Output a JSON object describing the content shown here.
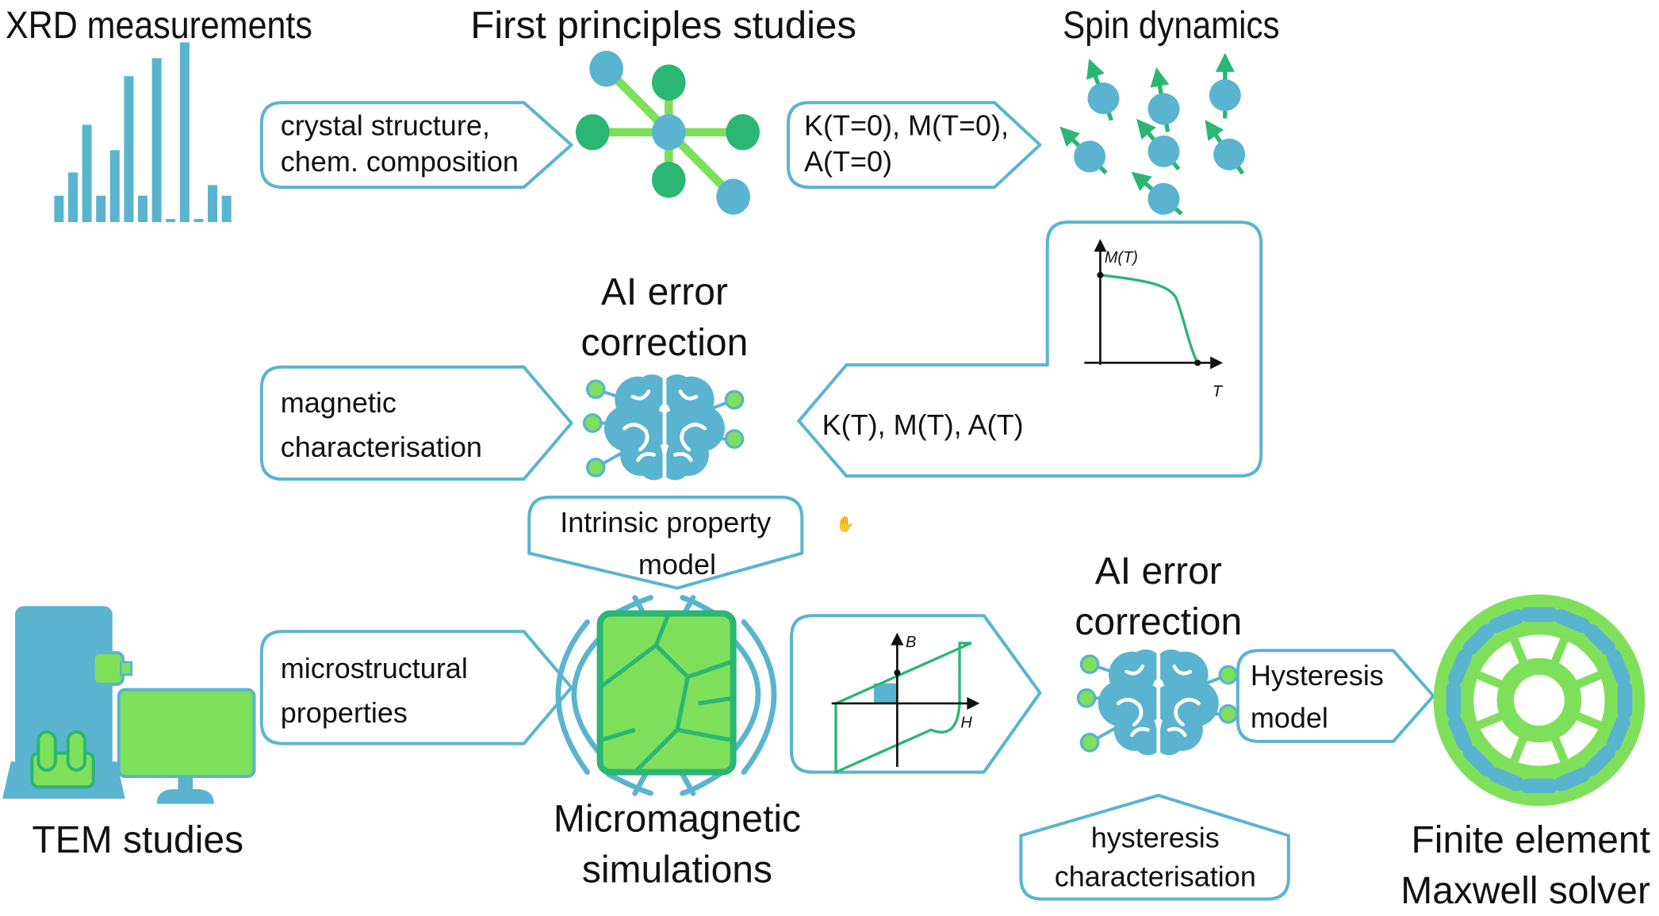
{
  "colors": {
    "blue": "#5ab4cf",
    "light_green": "#7ee05a",
    "dark_green": "#2ab673",
    "text": "#111111"
  },
  "nodes": {
    "xrd": {
      "title": "XRD measurements",
      "icon": "bar-chart-icon"
    },
    "first_principles": {
      "title": "First principles studies",
      "icon": "molecule-icon"
    },
    "spin_dynamics": {
      "title": "Spin dynamics",
      "icon": "spins-icon"
    },
    "ai_correction_1": {
      "title_lines": [
        "AI error",
        "correction"
      ],
      "icon": "brain-icon"
    },
    "tem": {
      "title": "TEM studies",
      "icon": "microscope-icon"
    },
    "micromagnetic": {
      "title_lines": [
        "Micromagnetic",
        "simulations"
      ],
      "icon": "magnetic-grain-icon"
    },
    "ai_correction_2": {
      "title_lines": [
        "AI error",
        "correction"
      ],
      "icon": "brain-icon"
    },
    "fem": {
      "title_lines": [
        "Finite element",
        "Maxwell solver"
      ],
      "icon": "motor-icon"
    }
  },
  "arrows": {
    "crystal": [
      "crystal structure,",
      "chem. composition"
    ],
    "zero_t": [
      "K(T=0), M(T=0),",
      "A(T=0)"
    ],
    "temp": [
      "K(T), M(T), A(T)"
    ],
    "magnetic": [
      "magnetic",
      "characterisation"
    ],
    "intrinsic": [
      "Intrinsic property",
      "model"
    ],
    "micro": [
      "microstructural",
      "properties"
    ],
    "hyst_char": [
      "hysteresis",
      "characterisation"
    ],
    "hyst_model": [
      "Hysteresis",
      "model"
    ]
  },
  "plots": {
    "mt": {
      "y_label": "M(T)",
      "x_label": "T"
    },
    "bh": {
      "y_label": "B",
      "x_label": "H"
    }
  },
  "cursor": {
    "icon": "hand-cursor-icon"
  }
}
